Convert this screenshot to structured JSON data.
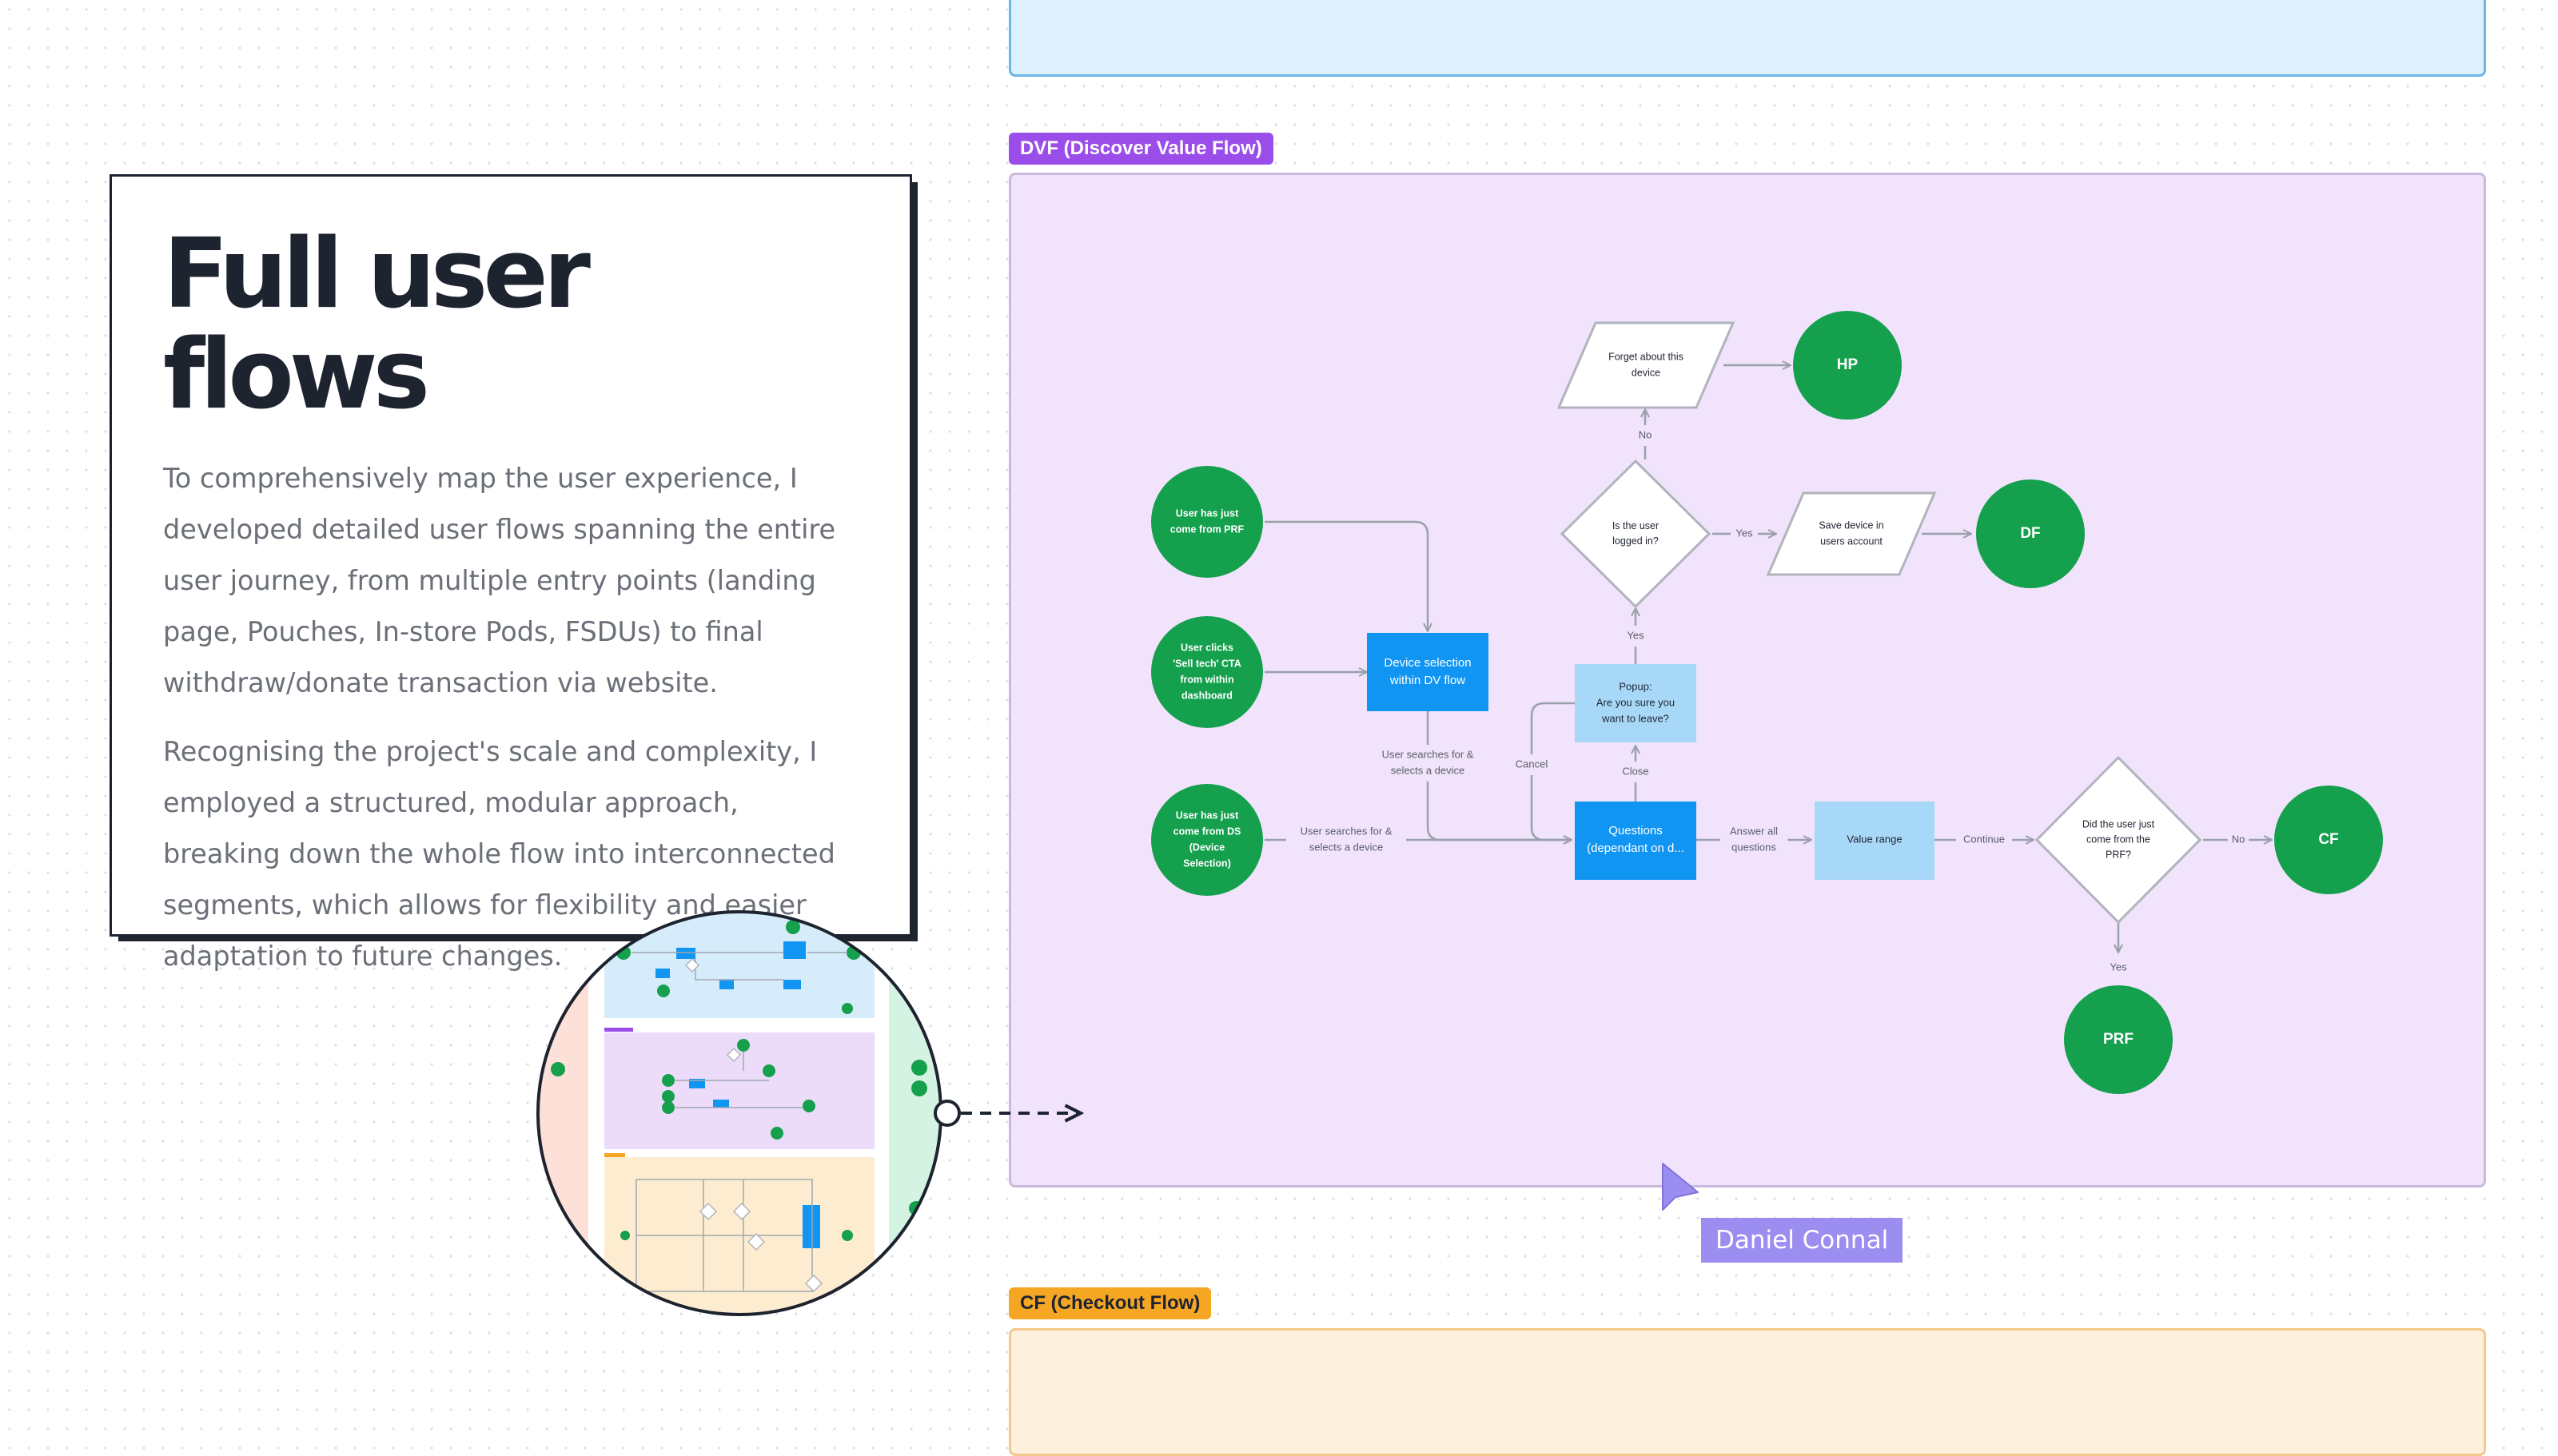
{
  "card": {
    "title": "Full user flows",
    "paragraph1": "To comprehensively map the user experience, I developed detailed user flows spanning the entire user journey, from multiple entry points (landing page, Pouches, In-store Pods, FSDUs) to final withdraw/donate transaction via website.",
    "paragraph2": "Recognising the project's scale and complexity, I employed a structured, modular approach, breaking down the whole flow into interconnected segments, which allows for flexibility and easier adaptation to future changes."
  },
  "frames": {
    "dvf_label": "DVF (Discover Value Flow)",
    "cf_label": "CF (Checkout Flow)"
  },
  "cursor": {
    "name": "Daniel Connal"
  },
  "colors": {
    "green": "#14a04c",
    "blue": "#1195f2",
    "light_blue": "#a8d8f8",
    "purple_bg": "#f0e3fb",
    "tag_purple": "#9b4dea",
    "tag_orange": "#f5a623",
    "cursor": "#9b8ef0"
  },
  "flow": {
    "nodes": [
      {
        "id": "prf_in",
        "shape": "circle",
        "lines": [
          "User has just",
          "come from PRF"
        ]
      },
      {
        "id": "sell_tech",
        "shape": "circle",
        "lines": [
          "User clicks",
          "'Sell tech' CTA",
          "from within",
          "dashboard"
        ]
      },
      {
        "id": "ds_in",
        "shape": "circle",
        "lines": [
          "User has just",
          "come from DS",
          "(Device",
          "Selection)"
        ]
      },
      {
        "id": "device_sel",
        "shape": "rect",
        "lines": [
          "Device selection",
          "within DV flow"
        ]
      },
      {
        "id": "questions",
        "shape": "rect",
        "lines": [
          "Questions",
          "(dependant on d..."
        ]
      },
      {
        "id": "popup",
        "shape": "rect-light",
        "lines": [
          "Popup:",
          "Are you sure you",
          "want to leave?"
        ]
      },
      {
        "id": "value_range",
        "shape": "rect-light",
        "lines": [
          "Value range"
        ]
      },
      {
        "id": "logged_in",
        "shape": "diamond",
        "lines": [
          "Is the user",
          "logged in?"
        ]
      },
      {
        "id": "from_prf",
        "shape": "diamond",
        "lines": [
          "Did the user just",
          "come from the",
          "PRF?"
        ]
      },
      {
        "id": "forget",
        "shape": "parallelogram",
        "lines": [
          "Forget about this",
          "device"
        ]
      },
      {
        "id": "save",
        "shape": "parallelogram",
        "lines": [
          "Save device in",
          "users account"
        ]
      },
      {
        "id": "hp",
        "shape": "end",
        "lines": [
          "HP"
        ]
      },
      {
        "id": "df",
        "shape": "end",
        "lines": [
          "DF"
        ]
      },
      {
        "id": "cf",
        "shape": "end",
        "lines": [
          "CF"
        ]
      },
      {
        "id": "prf",
        "shape": "end",
        "lines": [
          "PRF"
        ]
      }
    ],
    "edge_labels": [
      {
        "id": "lbl_search1",
        "lines": [
          "User searches for &",
          "selects a device"
        ]
      },
      {
        "id": "lbl_search2",
        "lines": [
          "User searches for &",
          "selects a device"
        ]
      },
      {
        "id": "lbl_answer",
        "lines": [
          "Answer all",
          "questions"
        ]
      },
      {
        "id": "lbl_continue",
        "lines": [
          "Continue"
        ]
      },
      {
        "id": "lbl_no1",
        "lines": [
          "No"
        ]
      },
      {
        "id": "lbl_yes1",
        "lines": [
          "Yes"
        ]
      },
      {
        "id": "lbl_yes2",
        "lines": [
          "Yes"
        ]
      },
      {
        "id": "lbl_cancel",
        "lines": [
          "Cancel"
        ]
      },
      {
        "id": "lbl_close",
        "lines": [
          "Close"
        ]
      },
      {
        "id": "lbl_no2",
        "lines": [
          "No"
        ]
      },
      {
        "id": "lbl_yes3",
        "lines": [
          "Yes"
        ]
      }
    ]
  }
}
